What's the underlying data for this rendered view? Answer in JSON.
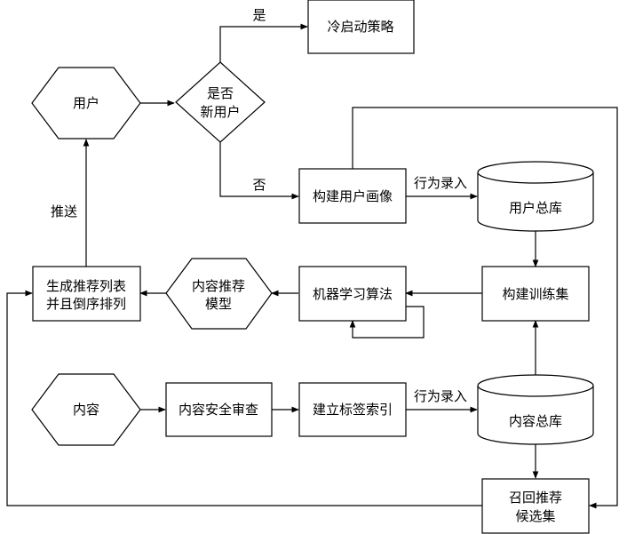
{
  "nodes": {
    "user": "用户",
    "is_new_user_line1": "是否",
    "is_new_user_line2": "新用户",
    "cold_start": "冷启动策略",
    "build_profile": "构建用户画像",
    "user_db": "用户总库",
    "build_training_set": "构建训练集",
    "ml_algorithm": "机器学习算法",
    "rec_model_line1": "内容推荐",
    "rec_model_line2": "模型",
    "gen_list_line1": "生成推荐列表",
    "gen_list_line2": "并且倒序排列",
    "content": "内容",
    "content_review": "内容安全审查",
    "build_tag_index": "建立标签索引",
    "content_db": "内容总库",
    "recall_line1": "召回推荐",
    "recall_line2": "候选集"
  },
  "edge_labels": {
    "yes": "是",
    "no": "否",
    "push": "推送",
    "behavior_record_1": "行为录入",
    "behavior_record_2": "行为录入"
  }
}
